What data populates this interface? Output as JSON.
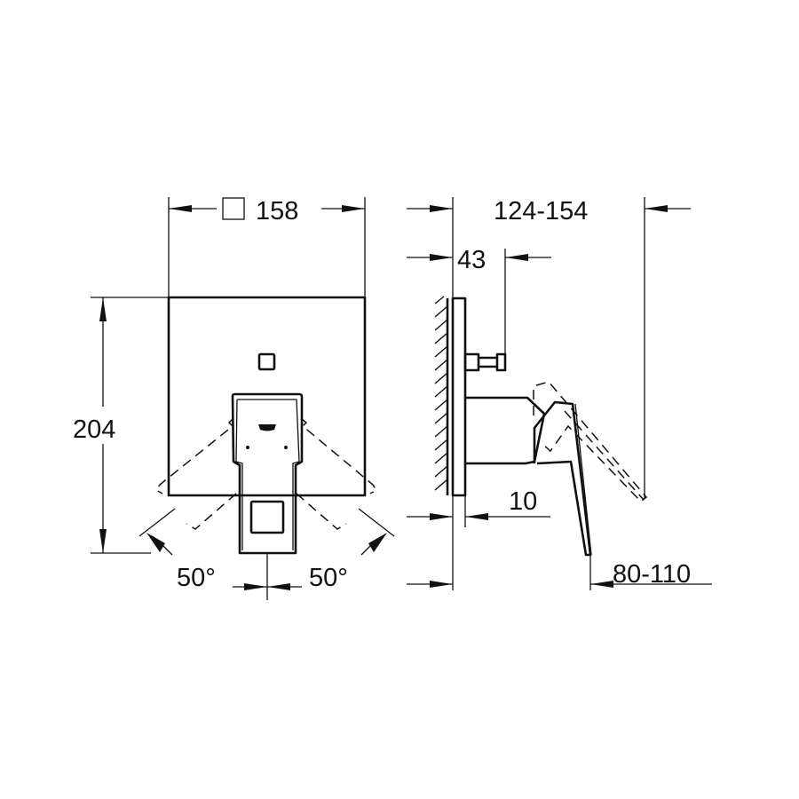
{
  "drawing": {
    "front_view": {
      "width_symbol": "□",
      "width_label": "158",
      "height_label": "204",
      "angle_left_label": "50°",
      "angle_right_label": "50°"
    },
    "side_view": {
      "total_depth_label": "124-154",
      "plate_to_spindle_label": "43",
      "plate_thickness_label": "10",
      "installation_depth_label": "80-110"
    },
    "colors": {
      "line": "#111111",
      "background": "#ffffff"
    }
  }
}
